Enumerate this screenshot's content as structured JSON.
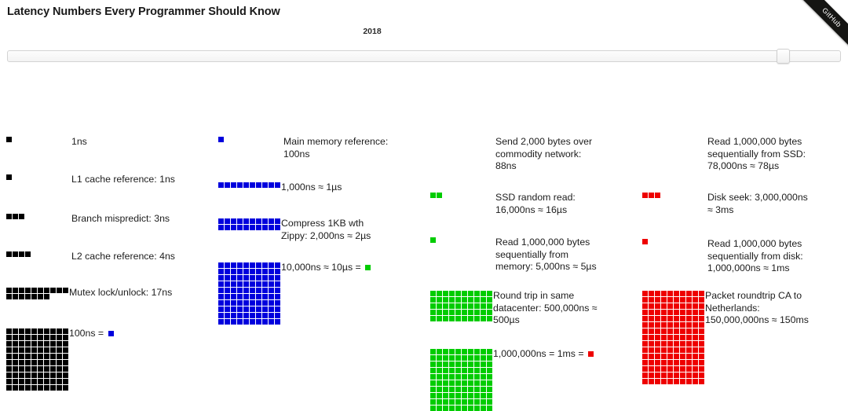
{
  "title": "Latency Numbers Every Programmer Should Know",
  "ribbon": {
    "label": "GitHub"
  },
  "slider": {
    "year_label": "2018",
    "value": 2018,
    "min": 1990,
    "max": 2020,
    "handle_percent": 93
  },
  "colors": {
    "black": "#000000",
    "blue": "#0000dd",
    "green": "#00cc00",
    "red": "#ee0000"
  },
  "legend": {
    "ns_unit": "1ns",
    "hundred_ns": "100ns = ",
    "ten_us": "10,000ns ≈ 10µs = ",
    "one_ms": "1,000,000ns = 1ms = "
  },
  "columns": [
    {
      "id": "column-ns",
      "unit_color": "black",
      "entries": [
        {
          "name": "unit-1ns",
          "label": "1ns",
          "squares": 1,
          "per_row": 10,
          "color": "black",
          "layout": "spaced"
        },
        {
          "name": "l1-cache-reference",
          "label": "L1 cache reference: 1ns",
          "squares": 1,
          "per_row": 10,
          "color": "black",
          "layout": "spaced"
        },
        {
          "name": "branch-mispredict",
          "label": "Branch mispredict: 3ns",
          "squares": 3,
          "per_row": 10,
          "color": "black",
          "layout": "spaced"
        },
        {
          "name": "l2-cache-reference",
          "label": "L2 cache reference: 4ns",
          "squares": 4,
          "per_row": 10,
          "color": "black",
          "layout": "spaced"
        },
        {
          "name": "mutex-lock-unlock",
          "label": "Mutex lock/unlock: 17ns",
          "squares": 17,
          "per_row": 10,
          "color": "black",
          "layout": "wide"
        },
        {
          "name": "scale-100ns",
          "label": "100ns = ",
          "squares": 100,
          "per_row": 10,
          "color": "black",
          "layout": "wide",
          "trailing_square": "blue"
        }
      ]
    },
    {
      "id": "column-us",
      "unit_color": "blue",
      "entries": [
        {
          "name": "main-memory-reference",
          "label": "Main memory reference:\n100ns",
          "squares": 1,
          "per_row": 10,
          "color": "blue",
          "layout": "spaced"
        },
        {
          "name": "scale-1000ns",
          "label": "1,000ns ≈ 1µs",
          "squares": 10,
          "per_row": 10,
          "color": "blue",
          "layout": "wide"
        },
        {
          "name": "compress-1kb-zippy",
          "label": "Compress 1KB wth\nZippy: 2,000ns ≈ 2µs",
          "squares": 20,
          "per_row": 10,
          "color": "blue",
          "layout": "wide"
        },
        {
          "name": "scale-10000ns",
          "label": "10,000ns ≈ 10µs = ",
          "squares": 100,
          "per_row": 10,
          "color": "blue",
          "layout": "wide",
          "trailing_square": "green"
        }
      ]
    },
    {
      "id": "column-ms",
      "unit_color": "green",
      "entries": [
        {
          "name": "send-2000-bytes-network",
          "label": "Send 2,000 bytes over\ncommodity network:\n88ns",
          "squares": 0,
          "per_row": 10,
          "color": "green",
          "layout": "spaced"
        },
        {
          "name": "ssd-random-read",
          "label": "SSD random read:\n16,000ns ≈ 16µs",
          "squares": 2,
          "per_row": 10,
          "color": "green",
          "layout": "spaced"
        },
        {
          "name": "read-1mb-from-memory",
          "label": "Read 1,000,000 bytes\nsequentially from\nmemory: 5,000ns ≈ 5µs",
          "squares": 1,
          "per_row": 10,
          "color": "green",
          "layout": "spaced"
        },
        {
          "name": "round-trip-datacenter",
          "label": "Round trip in same\ndatacenter: 500,000ns ≈\n500µs",
          "squares": 50,
          "per_row": 10,
          "color": "green",
          "layout": "wide"
        },
        {
          "name": "scale-1000000ns",
          "label": "1,000,000ns = 1ms = ",
          "squares": 100,
          "per_row": 10,
          "color": "green",
          "layout": "wide",
          "trailing_square": "red"
        }
      ]
    },
    {
      "id": "column-s",
      "unit_color": "red",
      "entries": [
        {
          "name": "read-1mb-from-ssd",
          "label": "Read 1,000,000 bytes\nsequentially from SSD:\n78,000ns ≈ 78µs",
          "squares": 0,
          "per_row": 10,
          "color": "red",
          "layout": "spaced"
        },
        {
          "name": "disk-seek",
          "label": "Disk seek: 3,000,000ns\n≈ 3ms",
          "squares": 3,
          "per_row": 10,
          "color": "red",
          "layout": "spaced"
        },
        {
          "name": "read-1mb-from-disk",
          "label": "Read 1,000,000 bytes\nsequentially from disk:\n1,000,000ns ≈ 1ms",
          "squares": 1,
          "per_row": 10,
          "color": "red",
          "layout": "spaced"
        },
        {
          "name": "packet-roundtrip-ca-netherlands",
          "label": "Packet roundtrip CA to\nNetherlands:\n150,000,000ns ≈ 150ms",
          "squares": 150,
          "per_row": 10,
          "color": "red",
          "layout": "wide"
        }
      ]
    }
  ],
  "entry_tops": {
    "column-ns": [
      82,
      130,
      180,
      228,
      274,
      326
    ],
    "column-us": [
      82,
      140,
      186,
      242
    ],
    "column-ms": [
      82,
      153,
      210,
      278,
      352
    ],
    "column-s": [
      82,
      153,
      212,
      278
    ]
  }
}
